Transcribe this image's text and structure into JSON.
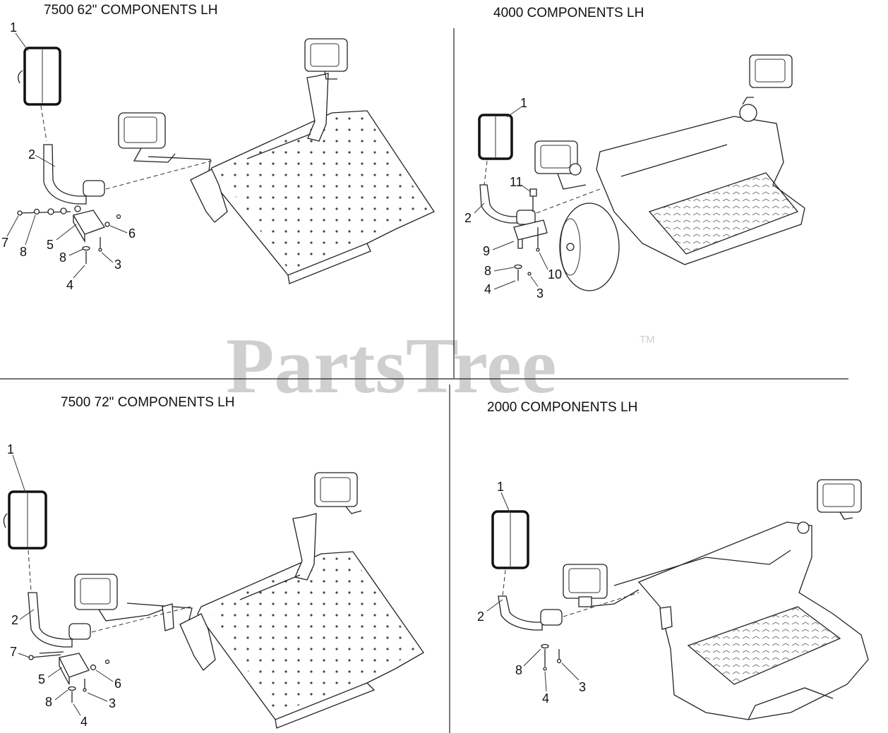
{
  "diagram": {
    "watermark": "PartsTree",
    "trademark": "TM",
    "panels": [
      {
        "id": "tl",
        "title": "7500 62\" COMPONENTS LH",
        "callouts": [
          {
            "label": "1"
          },
          {
            "label": "2"
          },
          {
            "label": "7"
          },
          {
            "label": "8"
          },
          {
            "label": "5"
          },
          {
            "label": "6"
          },
          {
            "label": "8"
          },
          {
            "label": "3"
          },
          {
            "label": "4"
          }
        ]
      },
      {
        "id": "tr",
        "title": "4000 COMPONENTS LH",
        "callouts": [
          {
            "label": "1"
          },
          {
            "label": "11"
          },
          {
            "label": "2"
          },
          {
            "label": "9"
          },
          {
            "label": "8"
          },
          {
            "label": "10"
          },
          {
            "label": "4"
          },
          {
            "label": "3"
          }
        ]
      },
      {
        "id": "bl",
        "title": "7500 72\" COMPONENTS LH",
        "callouts": [
          {
            "label": "1"
          },
          {
            "label": "2"
          },
          {
            "label": "7"
          },
          {
            "label": "5"
          },
          {
            "label": "6"
          },
          {
            "label": "8"
          },
          {
            "label": "3"
          },
          {
            "label": "4"
          }
        ]
      },
      {
        "id": "br",
        "title": "2000 COMPONENTS LH",
        "callouts": [
          {
            "label": "1"
          },
          {
            "label": "2"
          },
          {
            "label": "8"
          },
          {
            "label": "3"
          },
          {
            "label": "4"
          }
        ]
      }
    ]
  }
}
